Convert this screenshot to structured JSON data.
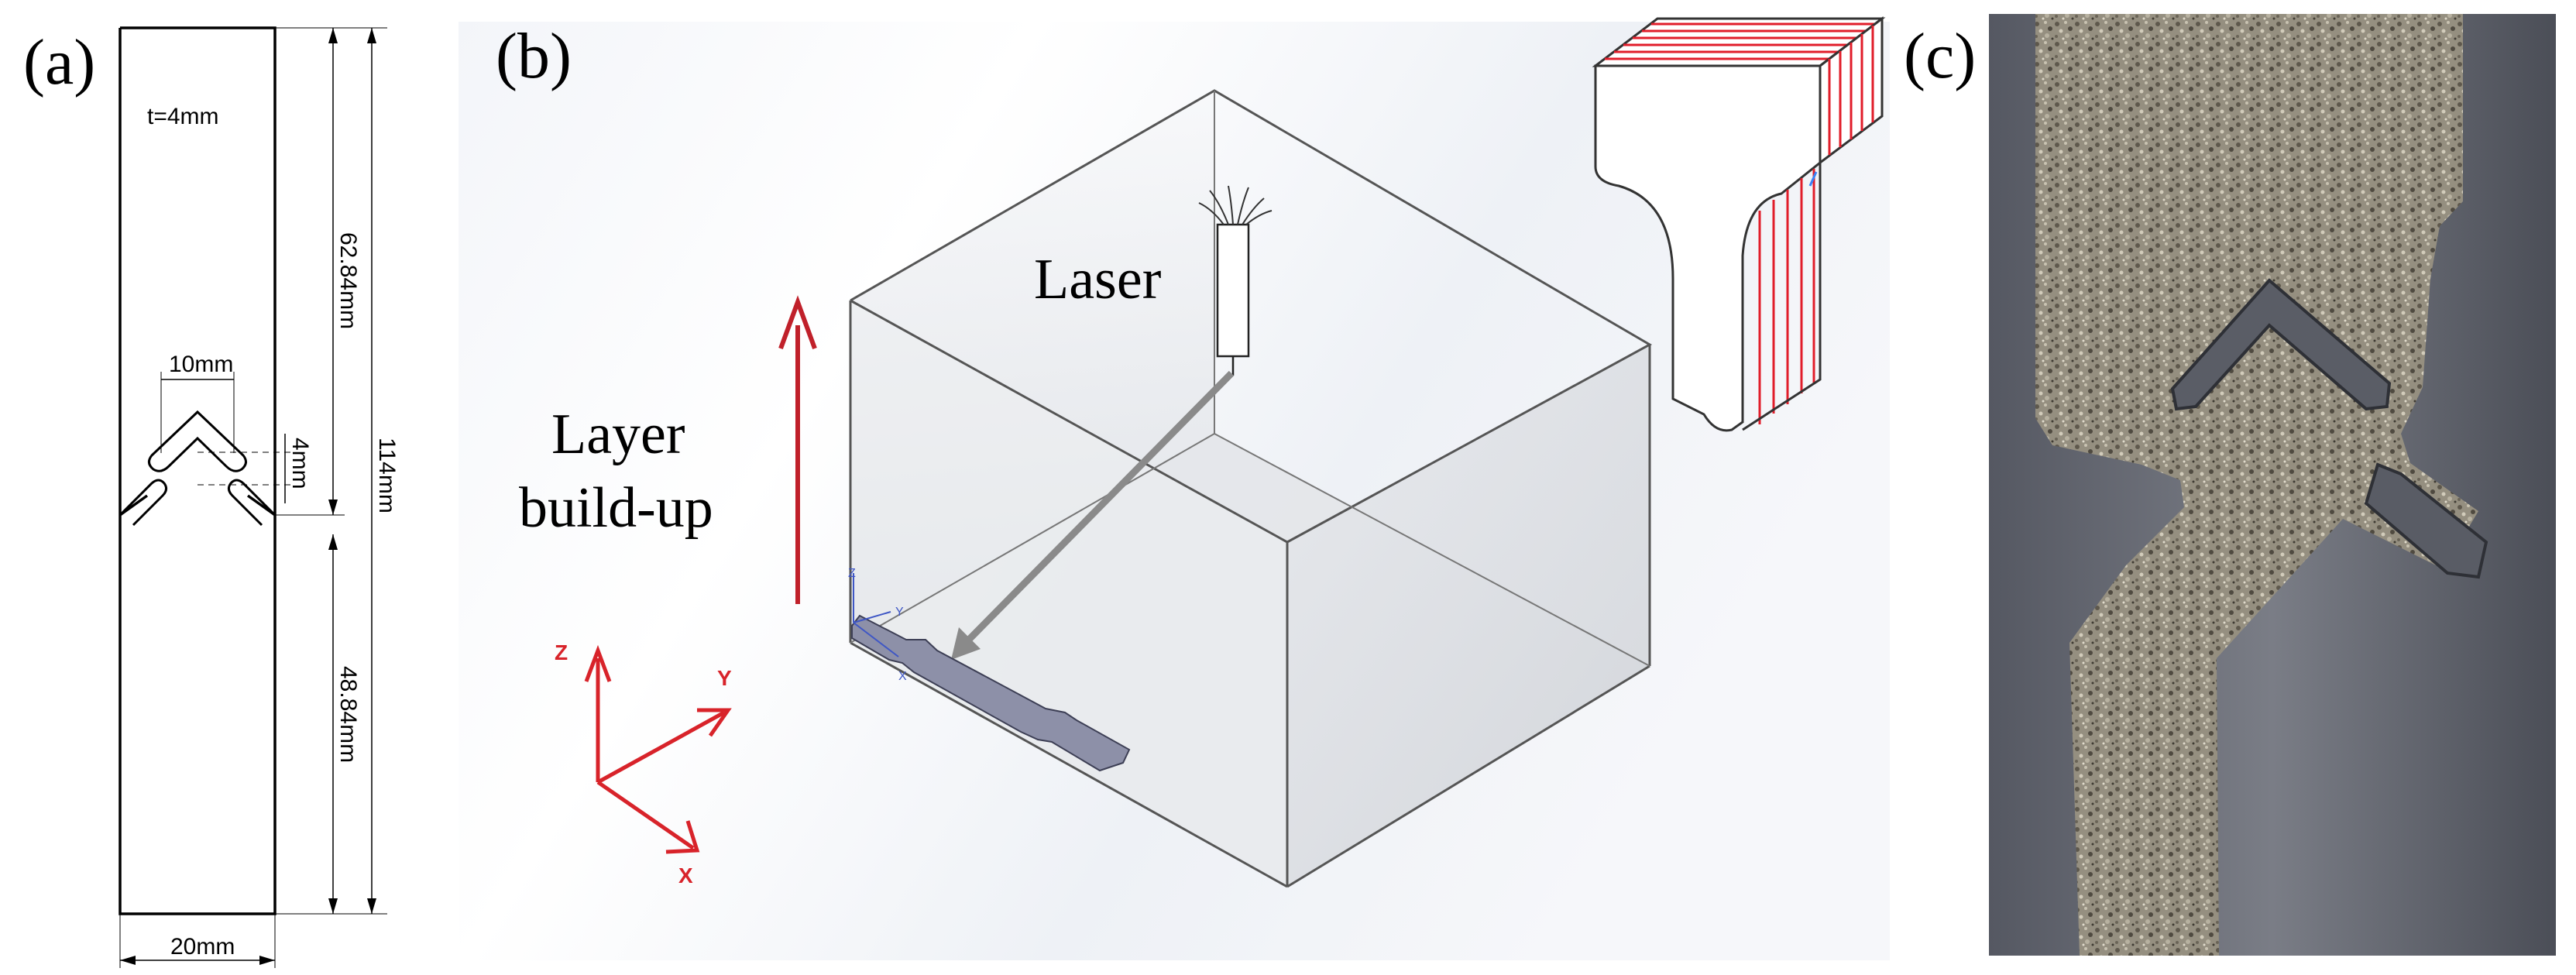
{
  "panels": {
    "a": {
      "label": "(a)",
      "thickness": "t=4mm",
      "dim_notch_width": "10mm",
      "dim_notch_gap": "4mm",
      "dim_upper": "62.84mm",
      "dim_lower": "48.84mm",
      "dim_total": "114mm",
      "dim_width": "20mm"
    },
    "b": {
      "label": "(b)",
      "laser_label": "Laser",
      "build_label_line1": "Layer",
      "build_label_line2": "build-up",
      "axis_z": "Z",
      "axis_y": "Y",
      "axis_x": "X",
      "small_axis_z": "Z",
      "small_axis_y": "Y",
      "small_axis_x": "X"
    },
    "c": {
      "label": "(c)"
    }
  },
  "colors": {
    "arrow_red": "#d8232a",
    "hatch_red": "#e11d2a",
    "laser_beam": "#8a8a8a",
    "specimen": "#8d90a8",
    "powder": "#8f8a7c",
    "plate": "#4a4d55"
  }
}
